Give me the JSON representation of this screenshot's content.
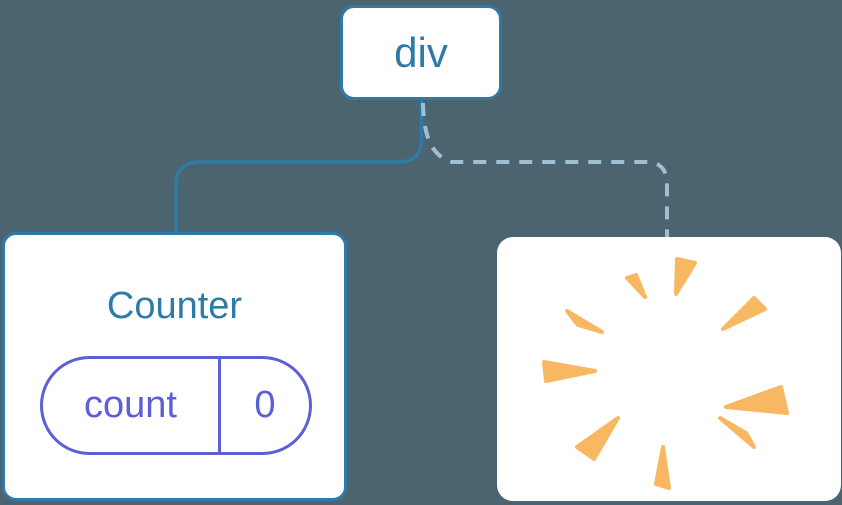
{
  "colors": {
    "background": "#4C6470",
    "tree_blue": "#2F7BA7",
    "dashed_blue": "#9DC0D3",
    "state_purple": "#5B60D6",
    "poof_orange": "#F8B761",
    "card_white": "#FFFFFF"
  },
  "diagram": {
    "root_node": {
      "label": "div"
    },
    "counter_node": {
      "title": "Counter",
      "state_pill": {
        "name": "count",
        "value": "0"
      }
    },
    "removed_node": {
      "icon": "poof-burst-icon"
    }
  }
}
